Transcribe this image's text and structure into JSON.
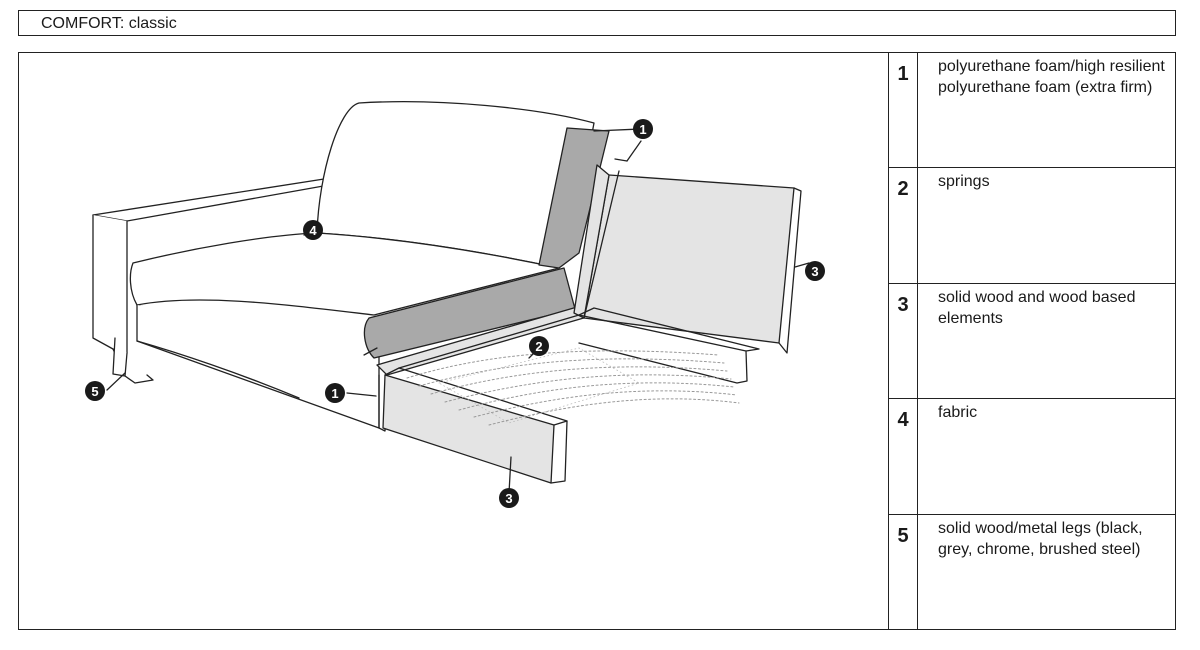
{
  "header": {
    "title": "COMFORT: classic"
  },
  "legend": [
    {
      "number": "1",
      "text": "polyurethane foam/high resilient polyurethane foam (extra firm)"
    },
    {
      "number": "2",
      "text": "springs"
    },
    {
      "number": "3",
      "text": "solid wood and wood based elements"
    },
    {
      "number": "4",
      "text": "fabric"
    },
    {
      "number": "5",
      "text": "solid wood/metal legs (black, grey, chrome, brushed steel)"
    }
  ],
  "callouts": [
    "1",
    "1",
    "2",
    "3",
    "3",
    "4",
    "5"
  ],
  "colors": {
    "foam": "#a9a9a9",
    "wood": "#e4e4e4",
    "line": "#222222"
  }
}
